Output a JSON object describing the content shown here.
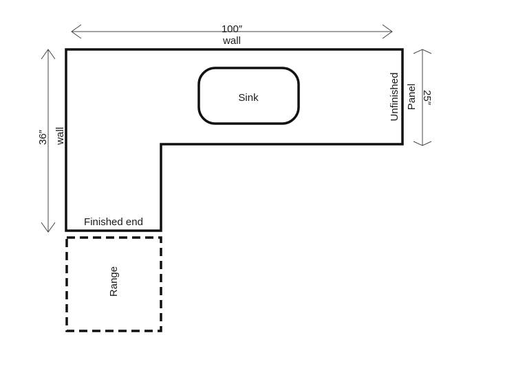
{
  "dimensions": {
    "top_length": "100″",
    "top_label": "wall",
    "left_length": "36″",
    "left_label": "wall",
    "right_length": "25″"
  },
  "labels": {
    "sink": "Sink",
    "range": "Range",
    "finished_end": "Finished end",
    "unfinished": "Unfinished",
    "panel": "Panel"
  },
  "colors": {
    "outline": "#111111",
    "dimension_lines": "#444444"
  }
}
